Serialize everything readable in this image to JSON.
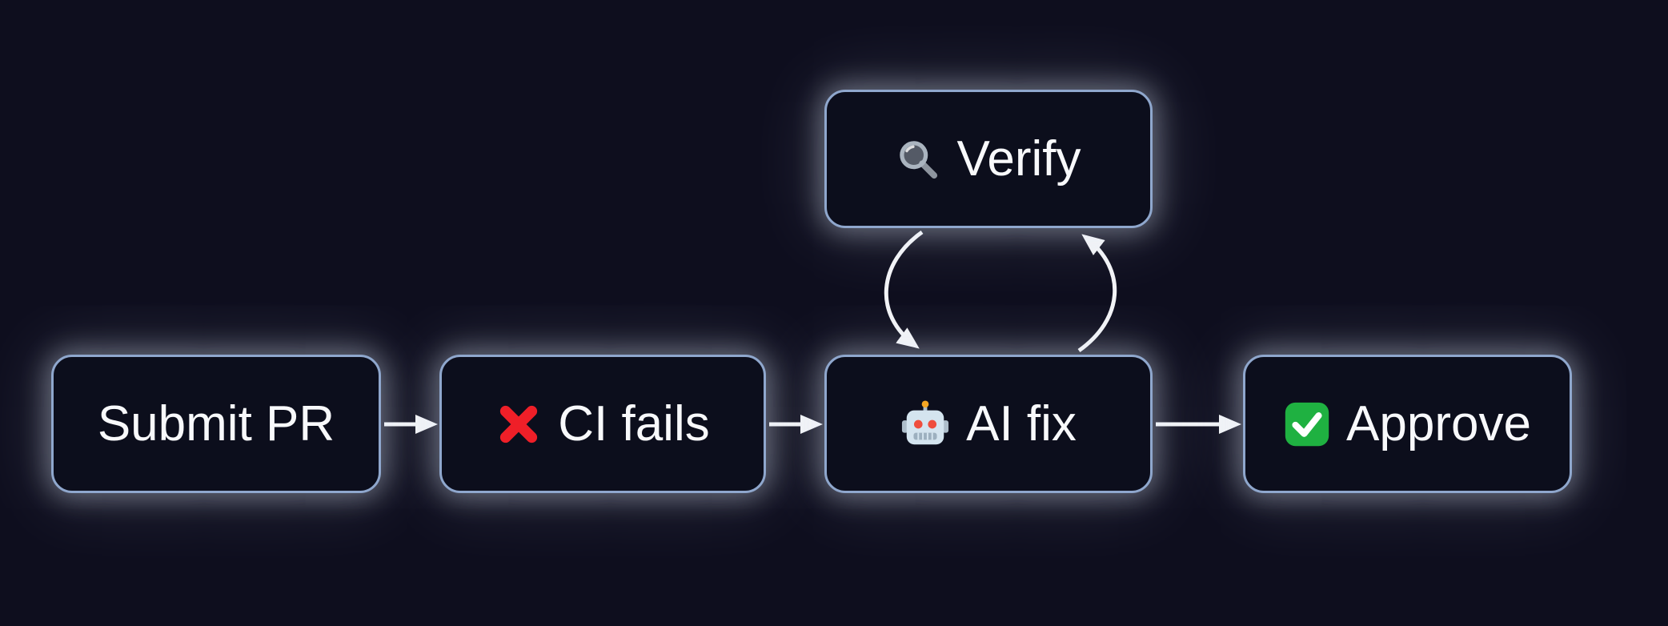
{
  "diagram": {
    "type": "flowchart",
    "background_color": "#0e0e1e",
    "node_fill_color": "#0c0e1c",
    "node_border_color": "#8fa7cd",
    "node_glow_color": "#e6eeff",
    "text_color": "#f8f9fb",
    "arrow_color": "#f2f3f6",
    "nodes": [
      {
        "id": "submit-pr",
        "label": "Submit PR",
        "icon": "none"
      },
      {
        "id": "ci-fails",
        "label": "CI fails",
        "icon": "cross-mark",
        "icon_color": "#ef1f28"
      },
      {
        "id": "ai-fix",
        "label": "AI fix",
        "icon": "robot",
        "icon_color": "#d4e4ef"
      },
      {
        "id": "approve",
        "label": "Approve",
        "icon": "check-mark",
        "icon_color": "#1fb141"
      },
      {
        "id": "verify",
        "label": "Verify",
        "icon": "magnifying-glass",
        "icon_color": "#aab4bf"
      }
    ],
    "edges": [
      {
        "from": "submit-pr",
        "to": "ci-fails",
        "style": "straight"
      },
      {
        "from": "ci-fails",
        "to": "ai-fix",
        "style": "straight"
      },
      {
        "from": "ai-fix",
        "to": "approve",
        "style": "straight"
      },
      {
        "from": "verify",
        "to": "ai-fix",
        "style": "curved-left"
      },
      {
        "from": "ai-fix",
        "to": "verify",
        "style": "curved-right"
      }
    ]
  }
}
